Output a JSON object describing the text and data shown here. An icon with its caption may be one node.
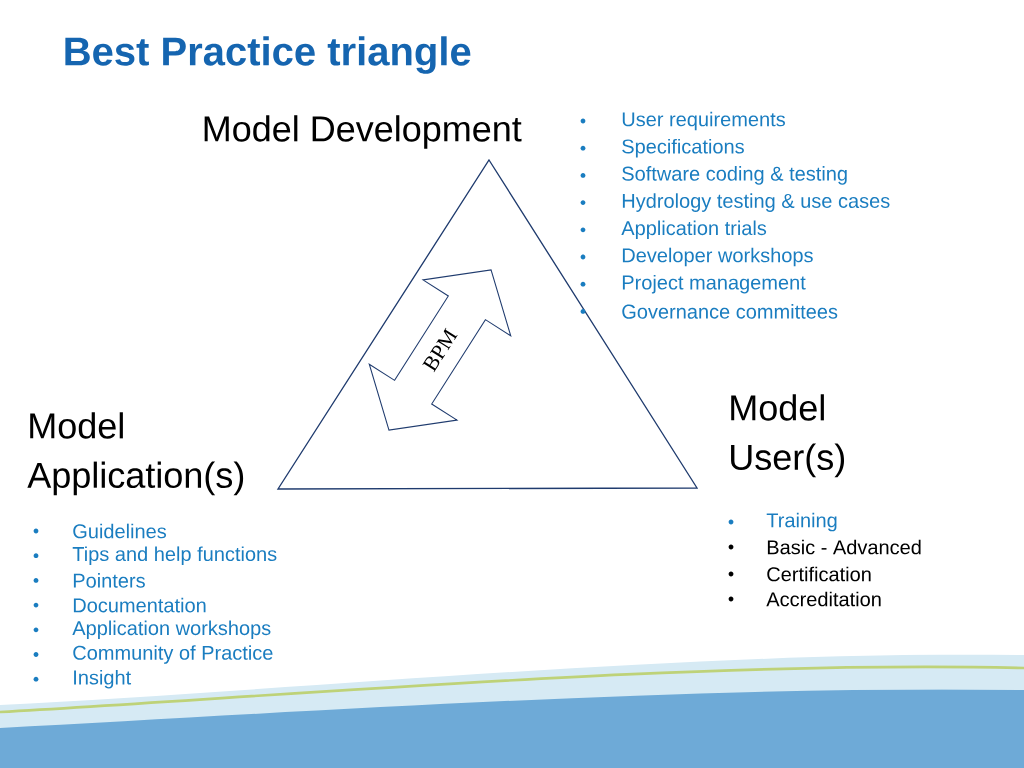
{
  "diagram": {
    "title": "Best Practice triangle",
    "nodes": [
      {
        "text": [],
        "shape": "triangle"
      },
      {
        "text": [
          "BPM"
        ],
        "in": 0
      }
    ],
    "labels": [
      "Model Development",
      "User requirements",
      "Specifications",
      "Software coding & testing",
      "Hydrology testing & use cases",
      "Application trials",
      "Developer workshops",
      "Project management",
      "Governance committees",
      "Model Application(s)",
      "Guidelines",
      "Tips and help functions",
      "Pointers",
      "Documentation",
      "Application workshops",
      "Community of Practice",
      "Insight",
      "Model User(s)",
      "Training",
      "Basic - Advanced",
      "Certification",
      "Accreditation"
    ]
  }
}
